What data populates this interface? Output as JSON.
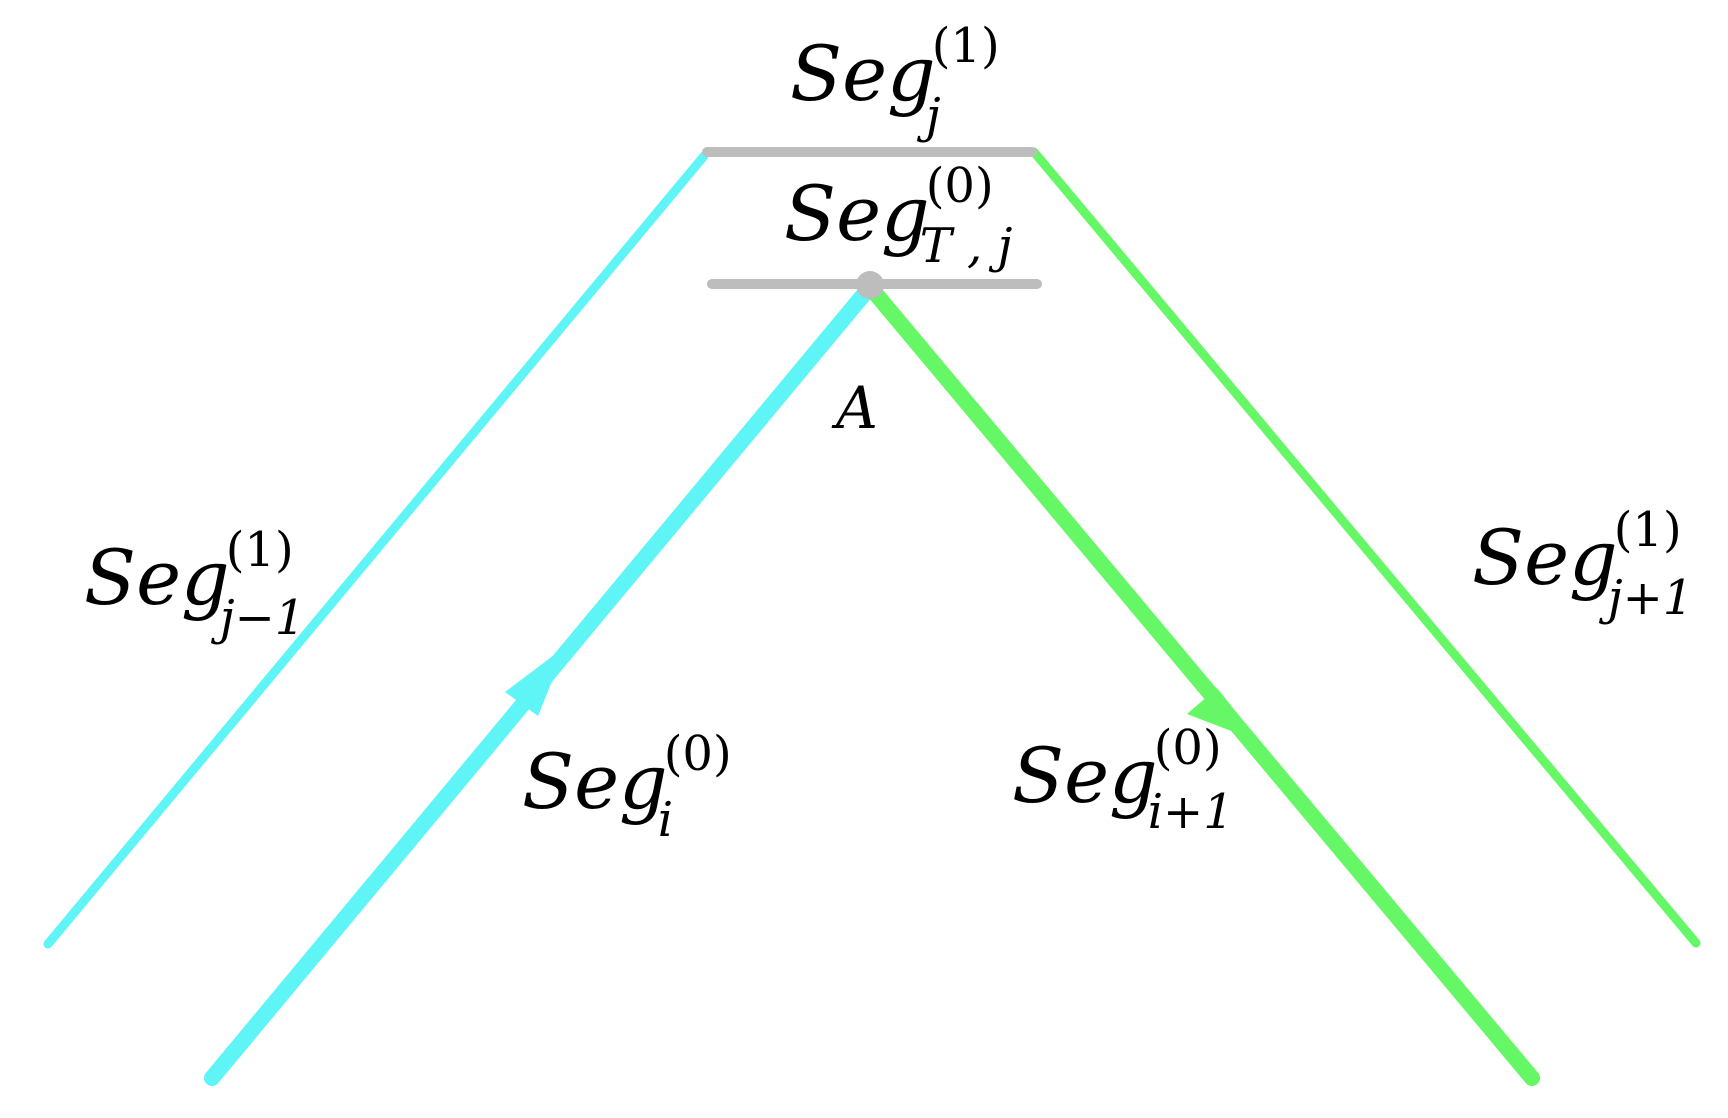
{
  "colors": {
    "cyan": "#5ff5f7",
    "green": "#66f766",
    "gray": "#bdbdbd",
    "text": "#000000"
  },
  "labels": {
    "seg_j": {
      "base": "Seg",
      "sub": "j",
      "sup": "(1)"
    },
    "seg_Tj": {
      "base": "Seg",
      "sub": "T , j",
      "sup": "(0)"
    },
    "seg_j_minus_1": {
      "base": "Seg",
      "sub": "j−1",
      "sup": "(1)"
    },
    "seg_j_plus_1": {
      "base": "Seg",
      "sub": "j+1",
      "sup": "(1)"
    },
    "seg_i": {
      "base": "Seg",
      "sub": "i",
      "sup": "(0)"
    },
    "seg_i_plus_1": {
      "base": "Seg",
      "sub": "i+1",
      "sup": "(0)"
    },
    "point_A": "A"
  }
}
